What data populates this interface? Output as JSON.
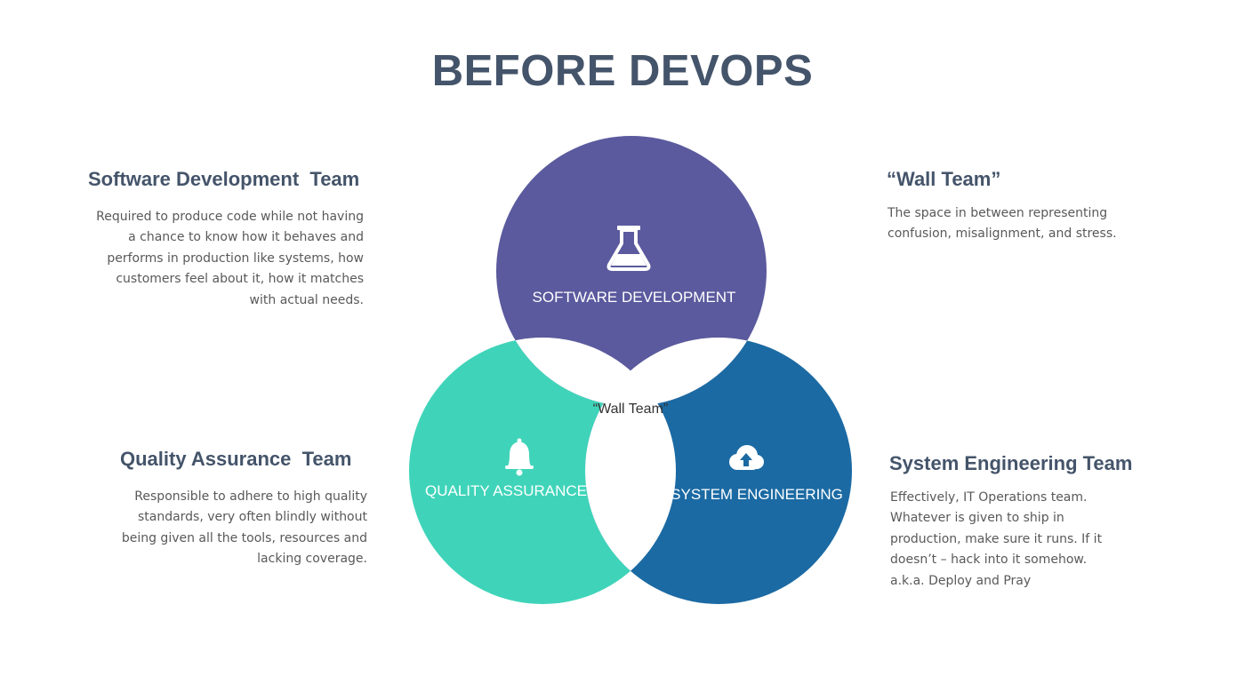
{
  "title": "BEFORE DEVOPS",
  "colors": {
    "software": "#5b5a9e",
    "quality": "#3fd4b9",
    "system": "#1b6aa3",
    "text_heading": "#44546a",
    "text_body": "#595959"
  },
  "diagram": {
    "circles": {
      "software": {
        "label": "SOFTWARE DEVELOPMENT",
        "icon": "flask-icon"
      },
      "quality": {
        "label": "QUALITY ASSURANCE",
        "icon": "bell-icon"
      },
      "system": {
        "label": "SYSTEM ENGINEERING",
        "icon": "cloud-upload-icon"
      }
    },
    "center_label": "“Wall Team”"
  },
  "panels": {
    "software": {
      "heading": "Software Development  Team",
      "lines": [
        "Required to produce code while not having",
        "a chance to know how it behaves and",
        "performs in production like systems, how",
        "customers feel about it, how it matches",
        "with actual needs."
      ]
    },
    "wall": {
      "heading": "“Wall Team”",
      "lines": [
        "The space in between representing",
        "confusion, misalignment, and stress."
      ]
    },
    "quality": {
      "heading": "Quality Assurance  Team",
      "lines": [
        "Responsible to adhere to high quality",
        "standards, very often blindly without",
        "being given all the tools, resources and",
        "lacking coverage."
      ]
    },
    "system": {
      "heading": "System Engineering Team",
      "lines": [
        "Effectively, IT Operations team.",
        "Whatever is given to ship in",
        "production, make sure it runs. If it",
        "doesn’t – hack into it somehow.",
        "a.k.a. Deploy and Pray"
      ]
    }
  }
}
